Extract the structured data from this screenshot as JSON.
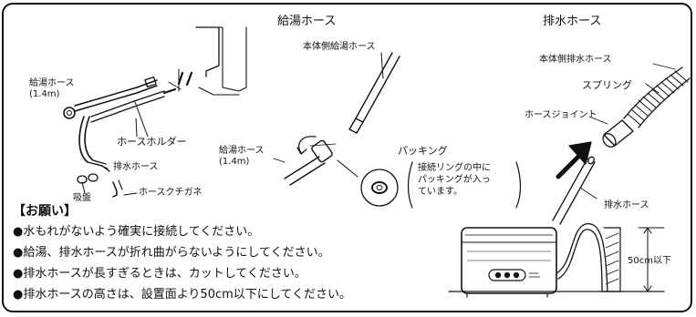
{
  "hot_water_section": {
    "title": "給湯ホース",
    "body_side_hose_label": "本体側給湯ホース",
    "hose_label": "給湯ホース\n(1.4m)"
  },
  "drain_section": {
    "title": "排水ホース",
    "body_side_hose_label": "本体側排水ホース",
    "spring_label": "スプリング",
    "joint_label": "ホースジョイント",
    "drain_hose_label": "排水ホース"
  },
  "accessories": {
    "hot_water_hose_label": "給湯ホース\n(1.4m)",
    "hose_holder_label": "ホースホルダー",
    "drain_hose_label": "排水ホース",
    "suction_cup_label": "吸盤",
    "hose_clip_label": "ホースクチガネ"
  },
  "packing": {
    "title": "パッキング",
    "note": "接続リングの中に\nパッキングが入っ\nています。"
  },
  "request": {
    "heading": "【お願い】",
    "items": [
      "●水もれがないよう確実に接続してください。",
      "●給湯、排水ホースが折れ曲がらないようにしてください。",
      "●排水ホースが長すぎるときは、カットしてください。",
      "●排水ホースの高さは、設置面より50cm以下にしてください。"
    ]
  },
  "height_diagram": {
    "height_label": "50cm以下"
  }
}
